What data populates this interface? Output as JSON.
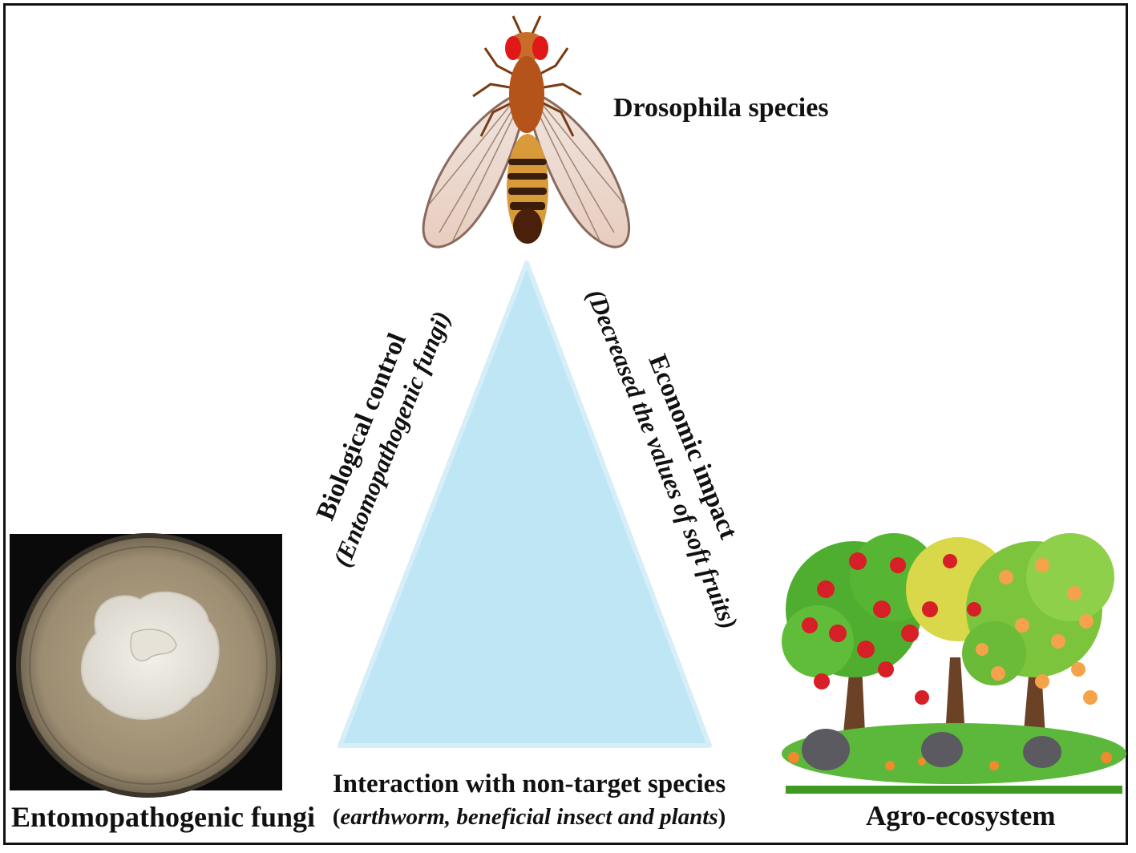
{
  "labels": {
    "top": "Drosophila species",
    "left_side_title": "Biological control",
    "left_side_sub": "(Entomopathogenic fungi)",
    "right_side_title": "Economic impact",
    "right_side_sub": "(Decreased the values of soft fruits)",
    "bottom_title": "Interaction with non-target species",
    "bottom_sub_open": "(",
    "bottom_sub_italic": "earthworm, beneficial insect and plants",
    "bottom_sub_close": ")",
    "bottom_left": "Entomopathogenic fungi",
    "bottom_right": "Agro-ecosystem"
  },
  "colors": {
    "triangle_fill": "#bfe6f4",
    "triangle_edge": "#cfeaf5",
    "frame": "#111111",
    "fly_eye": "#e01818",
    "fly_body": "#b4541a",
    "apple": "#d61f26",
    "orange_fruit": "#f5a34a",
    "foliage": "#4fae2f"
  },
  "icons": {
    "insect": "drosophila-fly-icon",
    "fungus": "petri-dish-fungus-photo",
    "orchard": "fruit-trees-orchard-icon"
  }
}
